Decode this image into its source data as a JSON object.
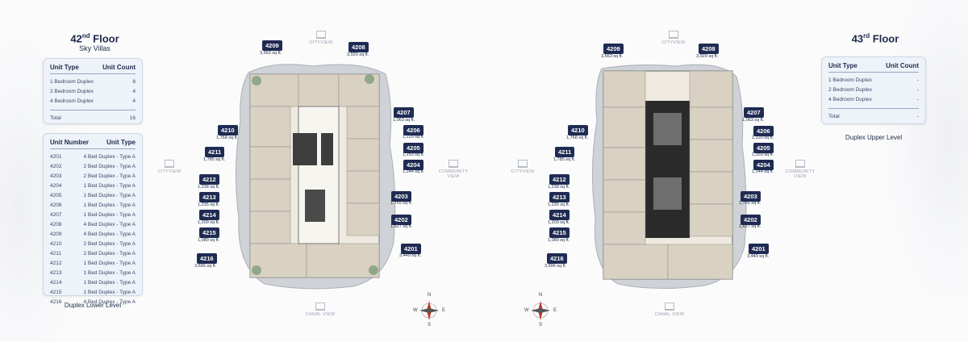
{
  "left": {
    "floor_num": "42",
    "floor_suffix": "nd",
    "floor_word": " Floor",
    "subtitle": "Sky Villas",
    "level_label": "Duplex Lower Level",
    "count_table": {
      "headers": [
        "Unit Type",
        "Unit Count"
      ],
      "rows": [
        [
          "1 Bedroom Duplex",
          "8"
        ],
        [
          "2 Bedroom Duplex",
          "4"
        ],
        [
          "4 Bedroom Duplex",
          "4"
        ]
      ],
      "total": [
        "Total",
        "16"
      ]
    },
    "unit_table": {
      "headers": [
        "Unit Number",
        "Unit Type"
      ],
      "rows": [
        [
          "4201",
          "4 Bed Duplex - Type A"
        ],
        [
          "4202",
          "2 Bed Duplex - Type A"
        ],
        [
          "4203",
          "2 Bed Duplex - Type A"
        ],
        [
          "4204",
          "1 Bed Duplex - Type A"
        ],
        [
          "4205",
          "1 Bed Duplex - Type A"
        ],
        [
          "4206",
          "1 Bed Duplex - Type A"
        ],
        [
          "4207",
          "1 Bed Duplex - Type A"
        ],
        [
          "4208",
          "4 Bed Duplex - Type A"
        ],
        [
          "4209",
          "4 Bed Duplex - Type A"
        ],
        [
          "4210",
          "2 Bed Duplex - Type A"
        ],
        [
          "4211",
          "2 Bed Duplex - Type A"
        ],
        [
          "4212",
          "1 Bed Duplex - Type A"
        ],
        [
          "4213",
          "1 Bed Duplex - Type A"
        ],
        [
          "4214",
          "1 Bed Duplex - Type A"
        ],
        [
          "4215",
          "1 Bed Duplex - Type A"
        ],
        [
          "4216",
          "4 Bed Duplex - Type A"
        ]
      ]
    }
  },
  "right": {
    "floor_num": "43",
    "floor_suffix": "rd",
    "floor_word": " Floor",
    "level_label": "Duplex Upper Level",
    "count_table": {
      "headers": [
        "Unit Type",
        "Unit Count"
      ],
      "rows": [
        [
          "1 Bedroom Duplex",
          "-"
        ],
        [
          "2 Bedroom Duplex",
          "-"
        ],
        [
          "4 Bedroom Duplex",
          "-"
        ]
      ],
      "total": [
        "Total",
        "-"
      ]
    }
  },
  "units": {
    "u4209": {
      "num": "4209",
      "area": "3,563 sq ft."
    },
    "u4208": {
      "num": "4208",
      "area": "3,920 sq ft."
    },
    "u4207": {
      "num": "4207",
      "area": "1,063 sq ft."
    },
    "u4206": {
      "num": "4206",
      "area": "1,220 sq ft."
    },
    "u4205": {
      "num": "4205",
      "area": "1,259 sq ft."
    },
    "u4204": {
      "num": "4204",
      "area": "1,244 sq ft."
    },
    "u4203": {
      "num": "4203",
      "area": "1,765 sq ft."
    },
    "u4202": {
      "num": "4202",
      "area": "1,627 sq ft."
    },
    "u4201": {
      "num": "4201",
      "area": "3,449 sq ft."
    },
    "u4210": {
      "num": "4210",
      "area": "1,768 sq ft."
    },
    "u4211": {
      "num": "4211",
      "area": "1,785 sq ft."
    },
    "u4212": {
      "num": "4212",
      "area": "1,238 sq ft."
    },
    "u4213": {
      "num": "4213",
      "area": "1,235 sq ft."
    },
    "u4214": {
      "num": "4214",
      "area": "1,209 sq ft."
    },
    "u4215": {
      "num": "4215",
      "area": "1,080 sq ft."
    },
    "u4216": {
      "num": "4216",
      "area": "3,696 sq ft."
    }
  },
  "views": {
    "city": "CITYVIEW",
    "community_1": "COMMUNITY",
    "community_2": "VIEW",
    "canal": "CANAL VIEW"
  },
  "compass": {
    "n": "N",
    "s": "S",
    "e": "E",
    "w": "W"
  }
}
